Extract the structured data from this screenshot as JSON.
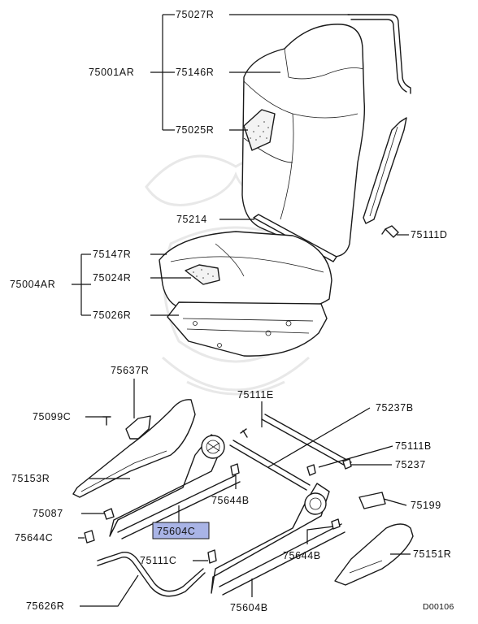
{
  "diagram_id": "D00106",
  "highlight_color": "#a9b4e6",
  "parts": {
    "p75027R": "75027R",
    "p75001AR": "75001AR",
    "p75146R": "75146R",
    "p75025R": "75025R",
    "p75214": "75214",
    "p75111D": "75111D",
    "p75004AR": "75004AR",
    "p75147R": "75147R",
    "p75024R": "75024R",
    "p75026R": "75026R",
    "p75637R": "75637R",
    "p75099C": "75099C",
    "p75153R": "75153R",
    "p75087": "75087",
    "p75644C": "75644C",
    "p75626R": "75626R",
    "p75604C": "75604C",
    "p75111C": "75111C",
    "p75604B": "75604B",
    "p75644B_a": "75644B",
    "p75644B_b": "75644B",
    "p75111E": "75111E",
    "p75237B": "75237B",
    "p75111B": "75111B",
    "p75237": "75237",
    "p75199": "75199",
    "p75151R": "75151R"
  }
}
